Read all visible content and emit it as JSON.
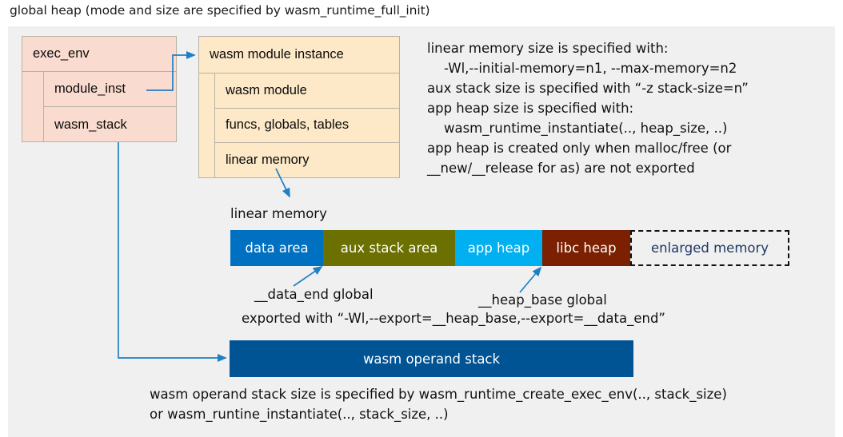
{
  "title": "global heap (mode and size are specified by wasm_runtime_full_init)",
  "colors": {
    "canvas_bg": "#f0f0f0",
    "exec_env_fill": "#fadbcf",
    "module_inst_fill": "#fde9c8",
    "box_border": "#b9b2a4",
    "arrow": "#1f7fc4",
    "data_area": "#0070c0",
    "aux_stack_area": "#6b7000",
    "app_heap": "#00b0f0",
    "libc_heap": "#7b2000",
    "enlarged_memory_text": "#1f3864",
    "operand_stack": "#005494"
  },
  "exec_env": {
    "header": "exec_env",
    "rows": [
      "module_inst",
      "wasm_stack"
    ]
  },
  "module_instance": {
    "header": "wasm module instance",
    "rows": [
      "wasm module",
      "funcs, globals, tables",
      "linear memory"
    ]
  },
  "notes_right": "linear memory size is specified with:\n    -Wl,--initial-memory=n1, --max-memory=n2\naux stack size is specified with “-z stack-size=n”\napp heap size is specified with:\n    wasm_runtime_instantiate(.., heap_size, ..)\napp heap is created only when malloc/free (or\n__new/__release for as) are not exported",
  "linear_memory_caption": "linear memory",
  "memory_segments": [
    {
      "label": "data area",
      "fill": "#0070c0",
      "text": "#ffffff",
      "width": 116
    },
    {
      "label": "aux stack area",
      "fill": "#6b7000",
      "text": "#ffffff",
      "width": 165
    },
    {
      "label": "app heap",
      "fill": "#00b0f0",
      "text": "#ffffff",
      "width": 109
    },
    {
      "label": "libc heap",
      "fill": "#7b2000",
      "text": "#ffffff",
      "width": 110
    },
    {
      "label": "enlarged memory",
      "fill": "#f0f0f0",
      "text": "#1f3864",
      "width": 199
    }
  ],
  "annotations": {
    "data_end": "__data_end global",
    "heap_base": "__heap_base global",
    "exported": "exported with “-Wl,--export=__heap_base,--export=__data_end”"
  },
  "operand_stack": {
    "label": "wasm operand stack"
  },
  "notes_bottom": "wasm operand stack size is specified by wasm_runtime_create_exec_env(.., stack_size)\nor wasm_runtine_instantiate(.., stack_size, ..)"
}
